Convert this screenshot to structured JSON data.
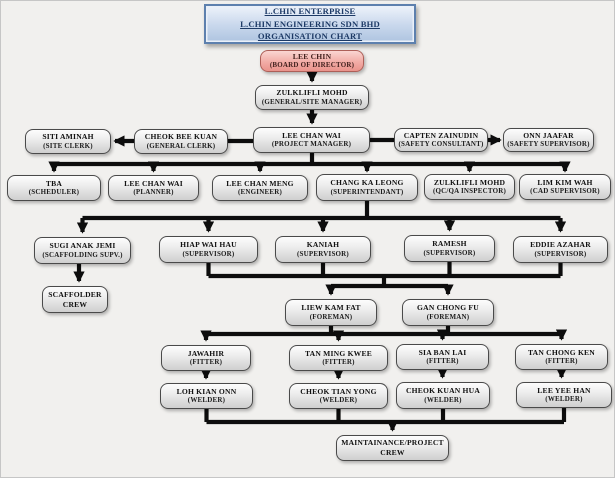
{
  "title_box": {
    "line1": "L.CHIN ENTERPRISE",
    "line2": "L.CHIN ENGINEERING SDN BHD",
    "line3": "ORGANISATION CHART"
  },
  "nodes": {
    "lee_chin": {
      "name": "LEE CHIN",
      "role": "(BOARD OF DIRECTOR)"
    },
    "zulklifli_gm": {
      "name": "ZULKLIFLI MOHD",
      "role": "(GENERAL/SITE MANAGER)"
    },
    "lee_chan_wai_pm": {
      "name": "LEE CHAN WAI",
      "role": "(PROJECT MANAGER)"
    },
    "cheok_bee_kuan": {
      "name": "CHEOK BEE KUAN",
      "role": "(GENERAL CLERK)"
    },
    "siti_aminah": {
      "name": "SITI AMINAH",
      "role": "(SITE CLERK)"
    },
    "capten_zainudin": {
      "name": "CAPTEN ZAINUDIN",
      "role": "(SAFETY CONSULTANT)"
    },
    "onn_jaafar": {
      "name": "ONN JAAFAR",
      "role": "(SAFETY SUPERVISOR)"
    },
    "tba": {
      "name": "TBA",
      "role": "(SCHEDULER)"
    },
    "lee_chan_wai_planner": {
      "name": "LEE CHAN WAI",
      "role": "(PLANNER)"
    },
    "lee_chan_meng": {
      "name": "LEE CHAN MENG",
      "role": "(ENGINEER)"
    },
    "chang_ka_leong": {
      "name": "CHANG KA LEONG",
      "role": "(SUPERINTENDANT)"
    },
    "zulklifli_qc": {
      "name": "ZULKLIFLI MOHD",
      "role": "(QC/QA INSPECTOR)"
    },
    "lim_kim_wah": {
      "name": "LIM KIM WAH",
      "role": "(CAD SUPERVISOR)"
    },
    "sugi_anak_jemi": {
      "name": "SUGI ANAK JEMI",
      "role": "(SCAFFOLDING SUPV.)"
    },
    "hiap_wai_hau": {
      "name": "HIAP WAI HAU",
      "role": "(SUPERVISOR)"
    },
    "kaniah": {
      "name": "KANIAH",
      "role": "(SUPERVISOR)"
    },
    "ramesh": {
      "name": "RAMESH",
      "role": "(SUPERVISOR)"
    },
    "eddie_azahar": {
      "name": "EDDIE AZAHAR",
      "role": "(SUPERVISOR)"
    },
    "scaffolder_crew": {
      "name": "SCAFFOLDER",
      "role": "CREW"
    },
    "liew_kam_fat": {
      "name": "LIEW KAM FAT",
      "role": "(FOREMAN)"
    },
    "gan_chong_fu": {
      "name": "GAN CHONG FU",
      "role": "(FOREMAN)"
    },
    "jawahir": {
      "name": "JAWAHIR",
      "role": "(FITTER)"
    },
    "tan_ming_kwee": {
      "name": "TAN MING KWEE",
      "role": "(FITTER)"
    },
    "sia_ban_lai": {
      "name": "SIA BAN LAI",
      "role": "(FITTER)"
    },
    "tan_chong_ken": {
      "name": "TAN CHONG KEN",
      "role": "(FITTER)"
    },
    "loh_kian_onn": {
      "name": "LOH KIAN ONN",
      "role": "(WELDER)"
    },
    "cheok_tian_yong": {
      "name": "CHEOK TIAN YONG",
      "role": "(WELDER)"
    },
    "cheok_kuan_hua": {
      "name": "CHEOK KUAN HUA",
      "role": "(WELDER)"
    },
    "lee_yee_han": {
      "name": "LEE YEE HAN",
      "role": "(WELDER)"
    },
    "maintainance_crew": {
      "name": "MAINTAINANCE/PROJECT",
      "role": "CREW"
    }
  },
  "colors": {
    "connector": "#0d0d0d",
    "title_border": "#5d80ae",
    "title_fill": "#ccdaee",
    "director_fill": "#f2aca6",
    "node_fill": "#dbdbdb",
    "background": "#f1f0ee"
  }
}
